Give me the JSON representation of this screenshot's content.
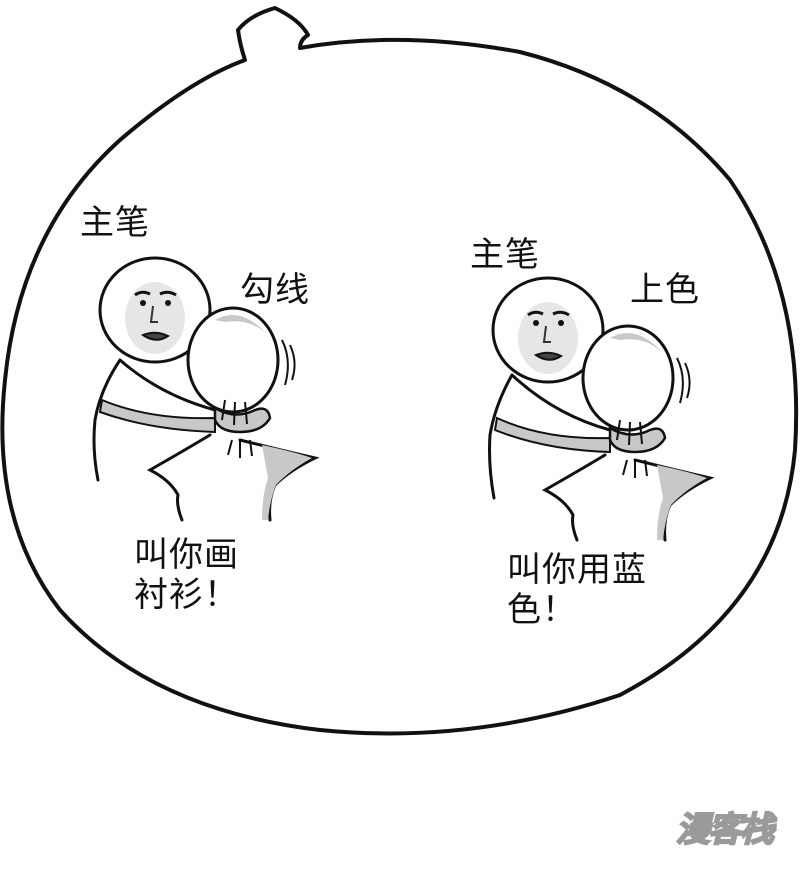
{
  "panel": {
    "left": {
      "writer_label": "主笔",
      "action_label": "勾线",
      "shout": "叫你画\n衬衫！"
    },
    "right": {
      "writer_label": "主笔",
      "action_label": "上色",
      "shout": "叫你用蓝\n色！"
    }
  },
  "watermark": "漫客栈",
  "colors": {
    "ink": "#111111",
    "shade": "#c8c8c8",
    "paper": "#ffffff"
  }
}
